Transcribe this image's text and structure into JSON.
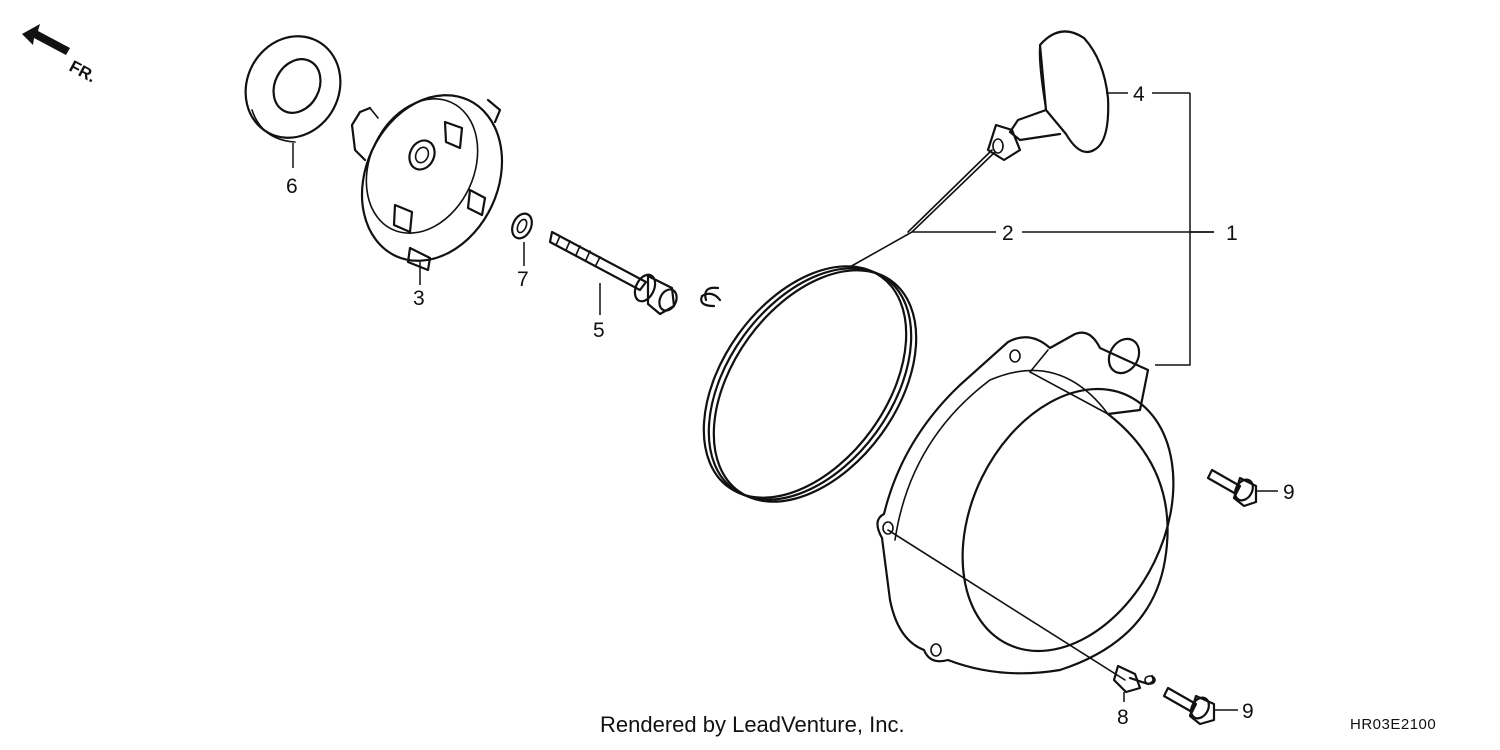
{
  "orientation": {
    "label": "FR.",
    "icon": "front-direction-arrow-icon"
  },
  "callouts": {
    "c1": "1",
    "c2": "2",
    "c3": "3",
    "c4": "4",
    "c5": "5",
    "c6": "6",
    "c7": "7",
    "c8": "8",
    "c9a": "9",
    "c9b": "9"
  },
  "footer": {
    "credit": "Rendered by LeadVenture, Inc.",
    "diagram_code": "HR03E2100"
  }
}
